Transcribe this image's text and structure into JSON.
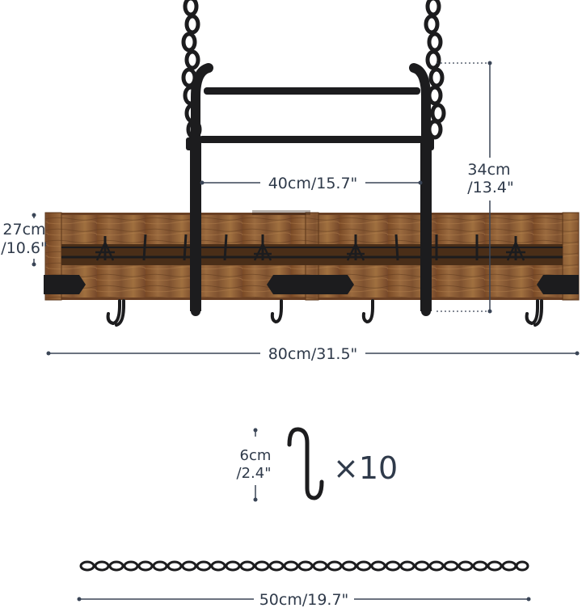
{
  "dimensions": {
    "inner_width": "40cm/15.7\"",
    "height_cm": "34cm",
    "height_in": "/13.4\"",
    "depth_cm": "27cm",
    "depth_in": "/10.6\"",
    "total_width": "80cm/31.5\"",
    "hook_cm": "6cm",
    "hook_in": "/2.4\"",
    "chain_length": "50cm/19.7\""
  },
  "hook_quantity": "×10",
  "colors": {
    "wood": "#8a5a33",
    "metal": "#1c1c1e",
    "dimension_line": "#3a4556"
  }
}
